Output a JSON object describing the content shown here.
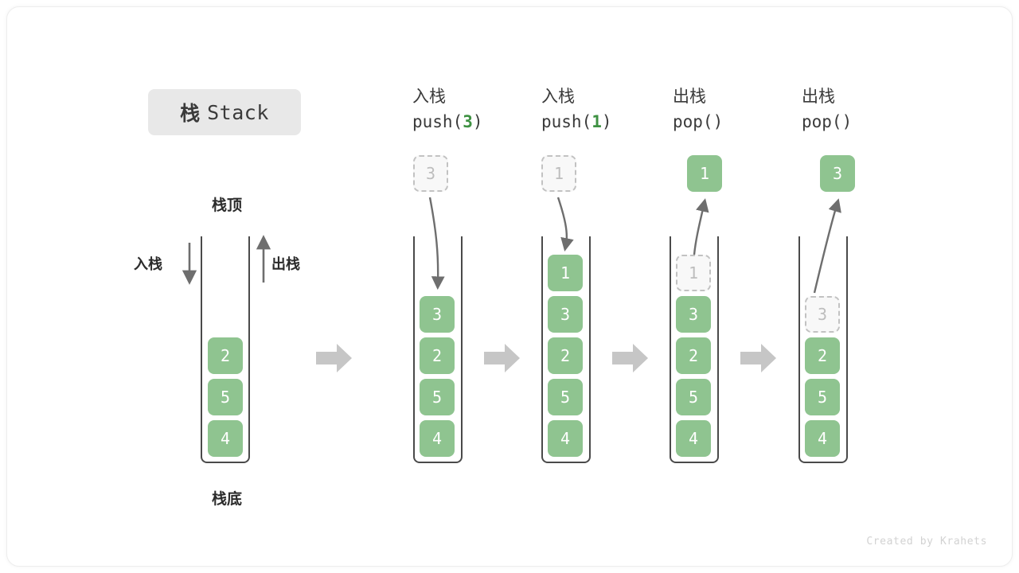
{
  "title": {
    "cn": "栈",
    "en": "Stack"
  },
  "labels": {
    "top": "栈顶",
    "bottom": "栈底",
    "push_side": "入栈",
    "pop_side": "出栈"
  },
  "colors": {
    "cell_green": "#8fc490",
    "code_green": "#3e9142",
    "ghost_border": "#c2c2c2",
    "ghost_fill": "#f8f8f8",
    "container_line": "#4a4a4a",
    "transition_arrow": "#c6c6c6",
    "badge_bg": "#e8e8e8"
  },
  "initial_stack": {
    "name": "initial-stack",
    "cells": [
      "2",
      "5",
      "4"
    ],
    "empty_slots_above": 3
  },
  "steps": [
    {
      "id": "step-push-3",
      "op_cn": "入栈",
      "op_fn": "push",
      "op_arg": "3",
      "op_code_prefix": "push(",
      "op_code_suffix": ")",
      "motion": "push",
      "float_box": {
        "value": "3",
        "style": "ghost"
      },
      "slots": [
        {
          "value": "",
          "style": "empty"
        },
        {
          "value": "3",
          "style": "filled"
        },
        {
          "value": "2",
          "style": "filled"
        },
        {
          "value": "5",
          "style": "filled"
        },
        {
          "value": "4",
          "style": "filled"
        }
      ]
    },
    {
      "id": "step-push-1",
      "op_cn": "入栈",
      "op_fn": "push",
      "op_arg": "1",
      "op_code_prefix": "push(",
      "op_code_suffix": ")",
      "motion": "push",
      "float_box": {
        "value": "1",
        "style": "ghost"
      },
      "slots": [
        {
          "value": "1",
          "style": "filled"
        },
        {
          "value": "3",
          "style": "filled"
        },
        {
          "value": "2",
          "style": "filled"
        },
        {
          "value": "5",
          "style": "filled"
        },
        {
          "value": "4",
          "style": "filled"
        }
      ]
    },
    {
      "id": "step-pop-1",
      "op_cn": "出栈",
      "op_fn": "pop",
      "op_arg": "",
      "op_code_prefix": "pop(",
      "op_code_suffix": ")",
      "motion": "pop",
      "float_box": {
        "value": "1",
        "style": "filled"
      },
      "slots": [
        {
          "value": "1",
          "style": "ghost"
        },
        {
          "value": "3",
          "style": "filled"
        },
        {
          "value": "2",
          "style": "filled"
        },
        {
          "value": "5",
          "style": "filled"
        },
        {
          "value": "4",
          "style": "filled"
        }
      ]
    },
    {
      "id": "step-pop-3",
      "op_cn": "出栈",
      "op_fn": "pop",
      "op_arg": "",
      "op_code_prefix": "pop(",
      "op_code_suffix": ")",
      "motion": "pop",
      "float_box": {
        "value": "3",
        "style": "filled"
      },
      "slots": [
        {
          "value": "",
          "style": "empty"
        },
        {
          "value": "3",
          "style": "ghost"
        },
        {
          "value": "2",
          "style": "filled"
        },
        {
          "value": "5",
          "style": "filled"
        },
        {
          "value": "4",
          "style": "filled"
        }
      ]
    }
  ],
  "transition_arrows": [
    "transition-arrow-1",
    "transition-arrow-2",
    "transition-arrow-3",
    "transition-arrow-4"
  ],
  "credit": "Created by Krahets"
}
